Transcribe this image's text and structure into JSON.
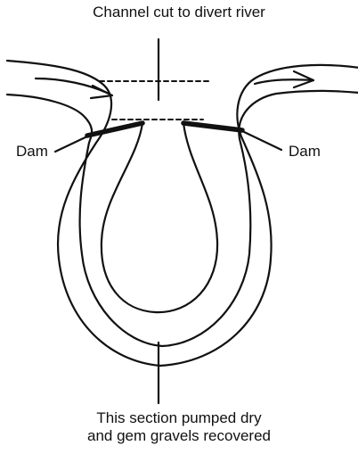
{
  "labels": {
    "top": "Channel cut to divert river",
    "dam_left": "Dam",
    "dam_right": "Dam",
    "bottom_line1": "This section pumped dry",
    "bottom_line2": "and gem gravels recovered"
  },
  "colors": {
    "ink": "#111111",
    "background": "#ffffff"
  },
  "icons": [
    "flow-arrow-icon",
    "flow-arrow-icon"
  ]
}
